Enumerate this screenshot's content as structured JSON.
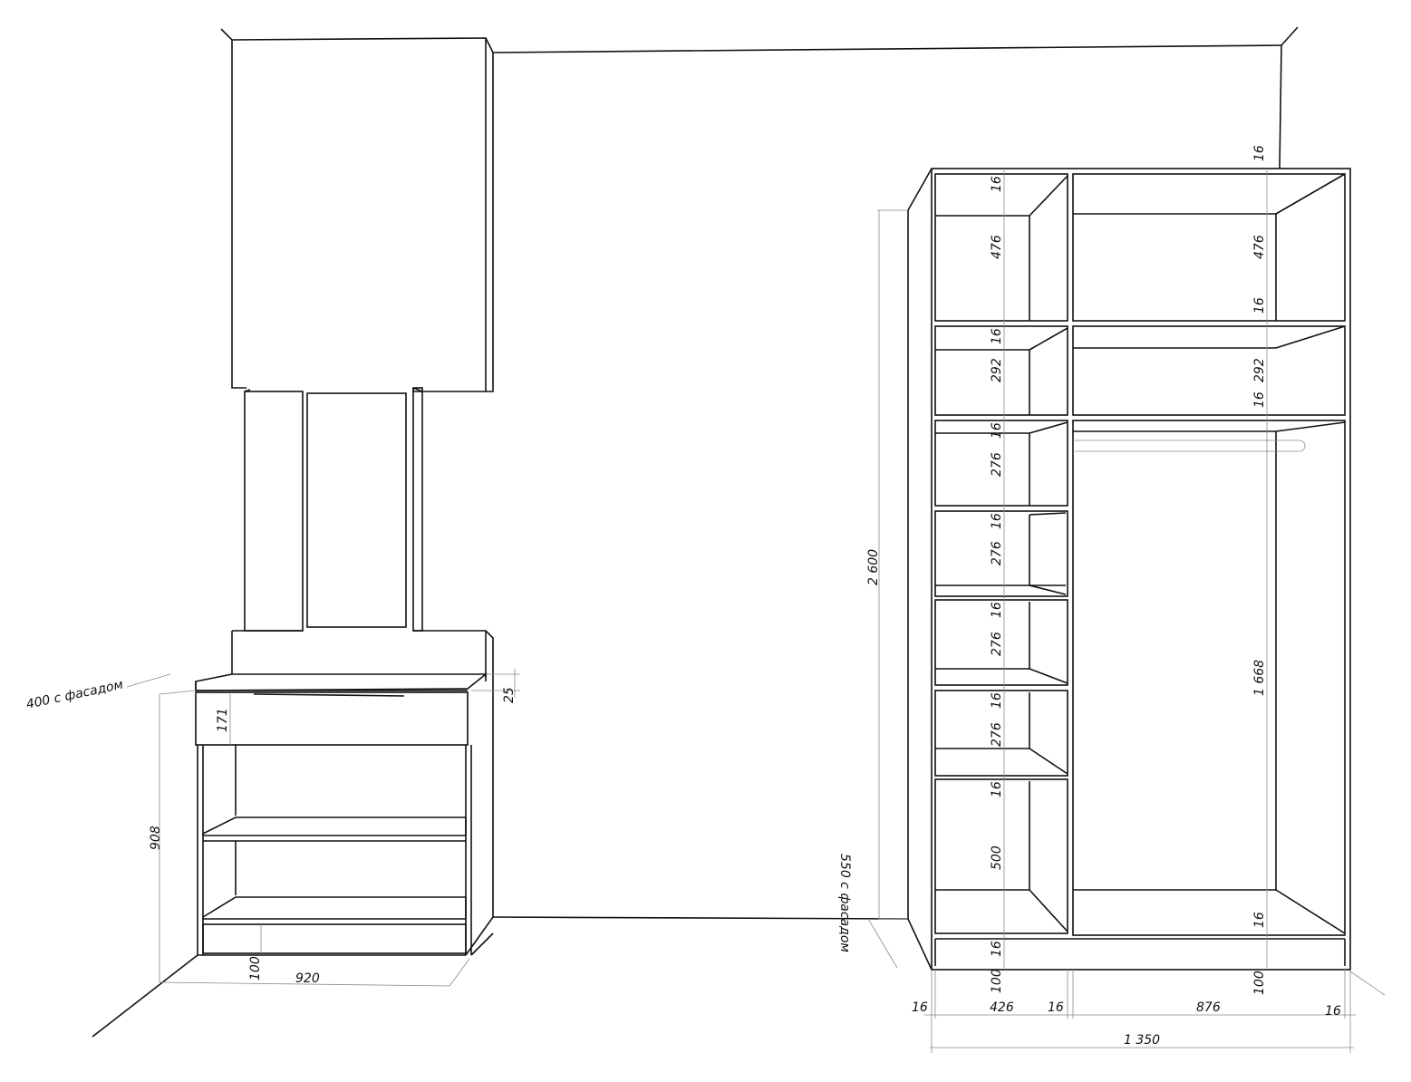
{
  "left_unit": {
    "depth_label": "400 с фасадом",
    "top_thickness": "25",
    "drawer_height": "171",
    "base_height": "100",
    "width": "920",
    "height": "908"
  },
  "right_unit": {
    "room_height": "2 600",
    "depth_label": "550 с фасадом",
    "left_column": {
      "panels": [
        "16",
        "16",
        "16",
        "16",
        "16",
        "16",
        "16",
        "16"
      ],
      "shelf_heights": [
        "476",
        "292",
        "276",
        "276",
        "276",
        "276",
        "500"
      ],
      "base": "100"
    },
    "right_column": {
      "top_panel": "16",
      "upper_shelf": "476",
      "panel_a": "16",
      "middle_shelf": "292",
      "panel_b": "16",
      "hanging": "1 668",
      "bottom_panel": "16",
      "base": "100"
    },
    "widths": {
      "side_left": "16",
      "left_column": "426",
      "divider": "16",
      "right_column": "876",
      "side_right": "16",
      "total": "1 350"
    }
  }
}
